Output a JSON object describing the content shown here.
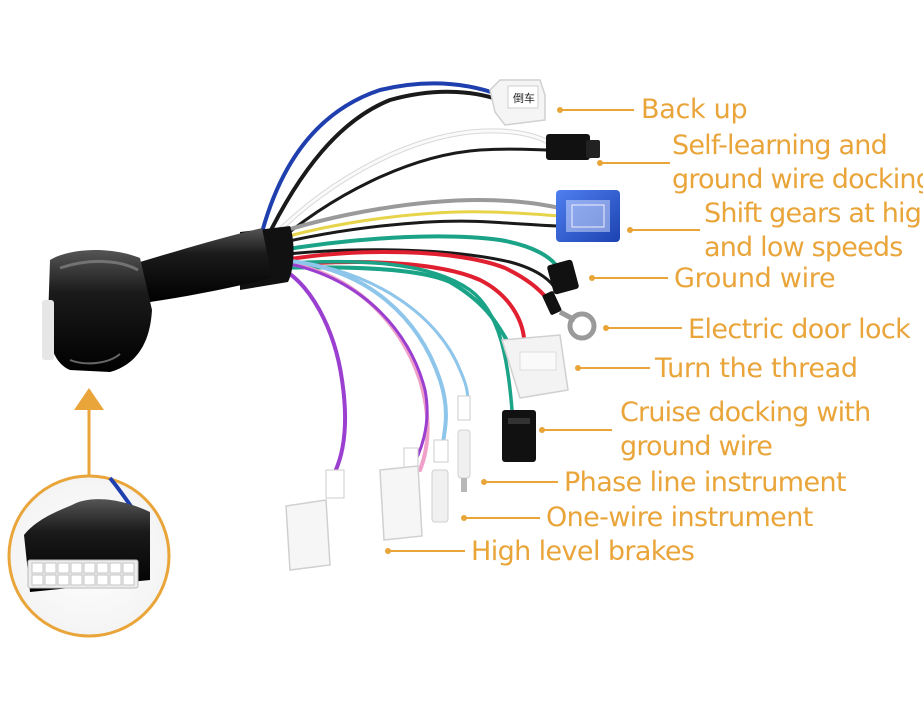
{
  "labels": {
    "back_up": "Back up",
    "self_learning_1": "Self-learning and",
    "self_learning_2": "ground wire docking",
    "shift_gears_1": "Shift gears at high",
    "shift_gears_2": "and low speeds",
    "ground_wire": "Ground wire",
    "electric_door_lock": "Electric door lock",
    "turn_the_thread": "Turn the thread",
    "cruise_1": "Cruise docking with",
    "cruise_2": "ground wire",
    "phase_line": "Phase line instrument",
    "one_wire": "One-wire instrument",
    "high_level_brakes": "High level brakes"
  },
  "connector_text": {
    "reverse_tag": "倒车"
  },
  "colors": {
    "label": "#e9a53a",
    "wire_blue": "#1f3fae",
    "wire_black": "#1a1a1a",
    "wire_white": "#eeeeee",
    "wire_gray": "#9a9a9a",
    "wire_yellow": "#e8d44a",
    "wire_green": "#1aa386",
    "wire_red": "#e02030",
    "wire_purple": "#9b3fd0",
    "wire_pink": "#f0a0c8",
    "wire_lightblue": "#8ec5ea",
    "connector_blue": "#2f5fd0"
  }
}
